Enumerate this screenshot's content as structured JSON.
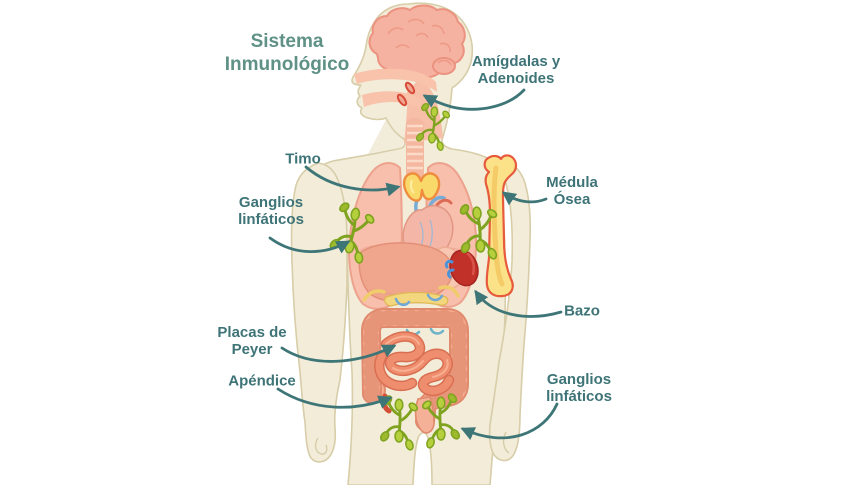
{
  "title": {
    "text": "Sistema\nInmunológico"
  },
  "labels": {
    "tonsils": "Amígdalas y\nAdenoides",
    "thymus": "Timo",
    "lymph_nodes_axillary": "Ganglios\nlinfáticos",
    "bone_marrow": "Médula\nÓsea",
    "spleen": "Bazo",
    "peyers_patches": "Placas de\nPeyer",
    "appendix": "Apéndice",
    "lymph_nodes_inguinal": "Ganglios\nlinfáticos"
  },
  "colors": {
    "title_text": "#5F9186",
    "label_text": "#3E7477",
    "arrow": "#3E7678",
    "body_fill": "#F2ECD9",
    "body_outline": "#D8CDA9",
    "organ_salmon": "#F8BFAD",
    "thymus_yellow": "#F9D96A",
    "bone_yellow": "#FBE289",
    "lymph_node_green": "#B5CF3D",
    "spleen_red": "#C23129",
    "intestine_red": "#EF8E6E"
  }
}
